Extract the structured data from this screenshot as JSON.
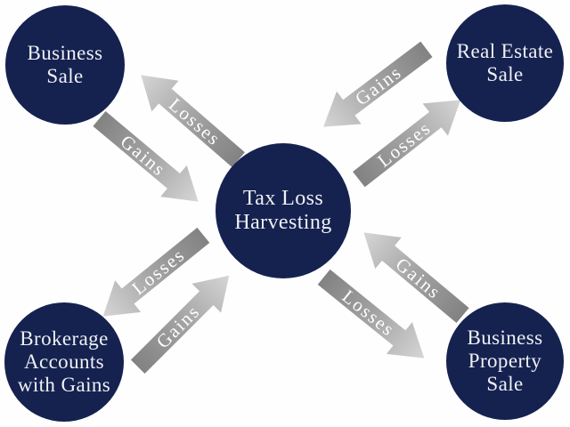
{
  "diagram": {
    "title": "Tax Loss Harvesting",
    "type": "hub-and-spoke flow diagram"
  },
  "colors": {
    "background": "#fefefe",
    "node_fill": "#152250",
    "node_text": "#eef0f4",
    "arrow_gradient_dark": "#828282",
    "arrow_gradient_light": "#d6d6d6",
    "arrow_text": "#ffffff"
  },
  "center_node": {
    "id": "tax-loss-harvesting",
    "lines": [
      "Tax Loss",
      "Harvesting"
    ]
  },
  "nodes": [
    {
      "id": "business-sale",
      "lines": [
        "Business",
        "Sale"
      ]
    },
    {
      "id": "real-estate-sale",
      "lines": [
        "Real Estate",
        "Sale"
      ]
    },
    {
      "id": "brokerage-accounts-with-gains",
      "lines": [
        "Brokerage",
        "Accounts",
        "with Gains"
      ]
    },
    {
      "id": "business-property-sale",
      "lines": [
        "Business",
        "Property",
        "Sale"
      ]
    }
  ],
  "arrows": [
    {
      "label": "Losses",
      "from": "tax-loss-harvesting",
      "to": "business-sale"
    },
    {
      "label": "Gains",
      "from": "business-sale",
      "to": "tax-loss-harvesting"
    },
    {
      "label": "Gains",
      "from": "real-estate-sale",
      "to": "tax-loss-harvesting"
    },
    {
      "label": "Losses",
      "from": "tax-loss-harvesting",
      "to": "real-estate-sale"
    },
    {
      "label": "Losses",
      "from": "tax-loss-harvesting",
      "to": "brokerage-accounts-with-gains"
    },
    {
      "label": "Gains",
      "from": "brokerage-accounts-with-gains",
      "to": "tax-loss-harvesting"
    },
    {
      "label": "Gains",
      "from": "business-property-sale",
      "to": "tax-loss-harvesting"
    },
    {
      "label": "Losses",
      "from": "tax-loss-harvesting",
      "to": "business-property-sale"
    }
  ]
}
